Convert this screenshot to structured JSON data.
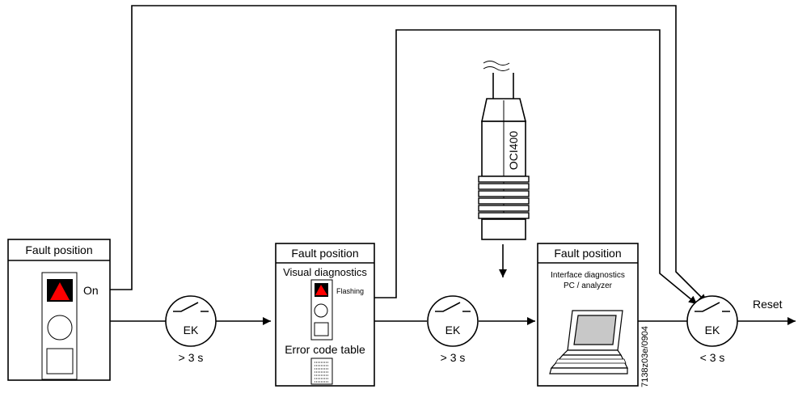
{
  "boxes": {
    "box1": {
      "title": "Fault position",
      "status": "On"
    },
    "box2": {
      "title": "Fault position",
      "subtitle": "Visual diagnostics",
      "status": "Flashing",
      "table_label": "Error code table"
    },
    "box3": {
      "title": "Fault position",
      "line1": "Interface diagnostics",
      "line2": "PC / analyzer"
    }
  },
  "switches": [
    {
      "label": "EK",
      "time": "> 3 s"
    },
    {
      "label": "EK",
      "time": "> 3 s"
    },
    {
      "label": "EK",
      "time": "< 3 s"
    }
  ],
  "device": {
    "label": "OCI400"
  },
  "reset_label": "Reset",
  "doc_code": "7138z03e/0904",
  "colors": {
    "fault_indicator": "#ff0000",
    "line": "#000000",
    "screen": "#c8c8c8"
  }
}
